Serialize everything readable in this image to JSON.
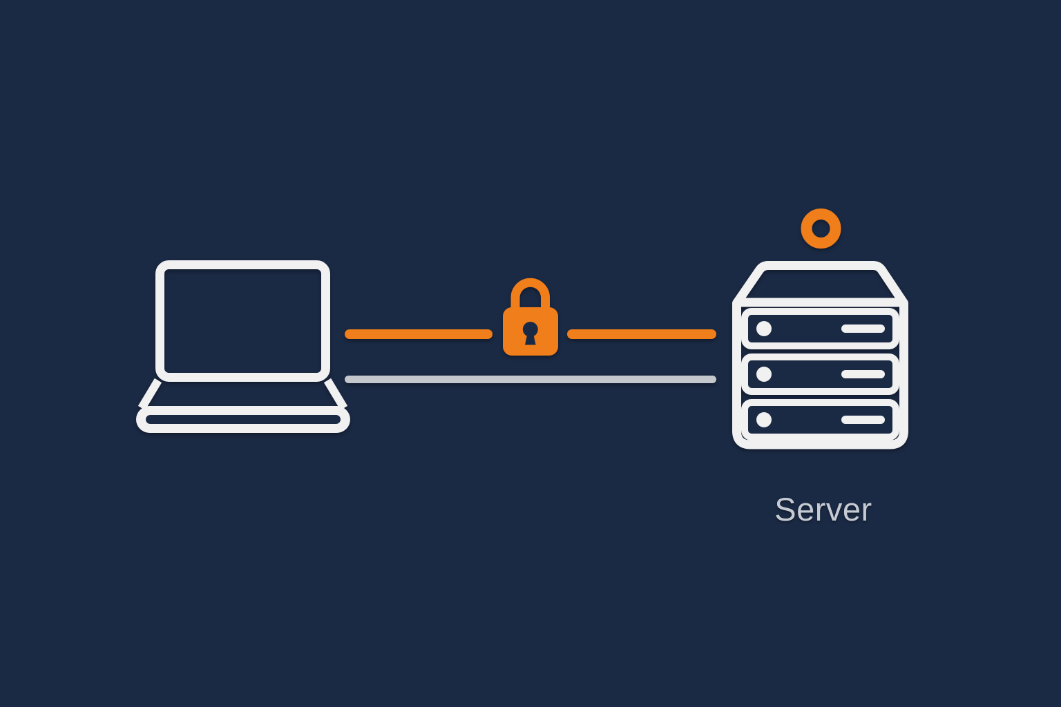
{
  "illustration": {
    "title": "Client to server secure connection illustration",
    "background_color": "#1b2a44",
    "palette": {
      "accent_orange": "#ef7e1b",
      "icon_white": "#f1f1f2",
      "line_gray": "#c4c8cd",
      "label_gray": "#c6cbd3"
    },
    "client": {
      "icon": "laptop-icon",
      "label": ""
    },
    "server": {
      "icon": "server-rack-icon",
      "status_indicator": "status-ring-icon",
      "status_color": "#ef7e1b",
      "drive_bays": 3,
      "label": "Server"
    },
    "connections": [
      {
        "id": "secure-link",
        "color": "#ef7e1b",
        "badge": "padlock-icon",
        "style": "solid"
      },
      {
        "id": "plain-link",
        "color": "#c4c8cd",
        "badge": "",
        "style": "solid"
      }
    ]
  }
}
